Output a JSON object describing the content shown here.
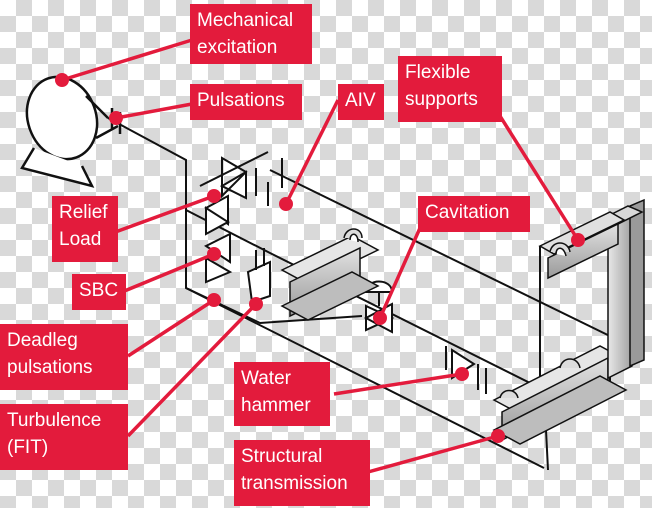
{
  "colors": {
    "accent": "#e31b3c",
    "label_text": "#ffffff",
    "pipe": "#111111",
    "steel_light": "#cfcfcf",
    "steel_dark": "#8a8a8a"
  },
  "labels": {
    "mechanical_excitation": "Mechanical\nexcitation",
    "pulsations": "Pulsations",
    "aiv": "AIV",
    "flexible_supports": "Flexible\nsupports",
    "relief_load": "Relief\nLoad",
    "cavitation": "Cavitation",
    "sbc": "SBC",
    "deadleg_pulsations": "Deadleg\npulsations",
    "water_hammer": "Water\nhammer",
    "turbulence_fit": "Turbulence\n(FIT)",
    "structural_transmission": "Structural\ntransmission"
  }
}
